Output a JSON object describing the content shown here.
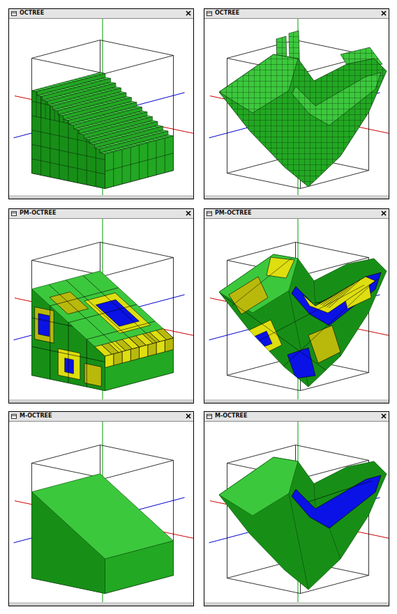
{
  "diagram": {
    "nodes": [
      {
        "text": [
          "OCTREE"
        ]
      },
      {
        "text": [
          "OCTREE"
        ]
      },
      {
        "text": [
          "PM-OCTREE"
        ]
      },
      {
        "text": [
          "PM-OCTREE"
        ]
      },
      {
        "text": [
          "M-OCTREE"
        ]
      },
      {
        "text": [
          "M-OCTREE"
        ]
      }
    ]
  }
}
